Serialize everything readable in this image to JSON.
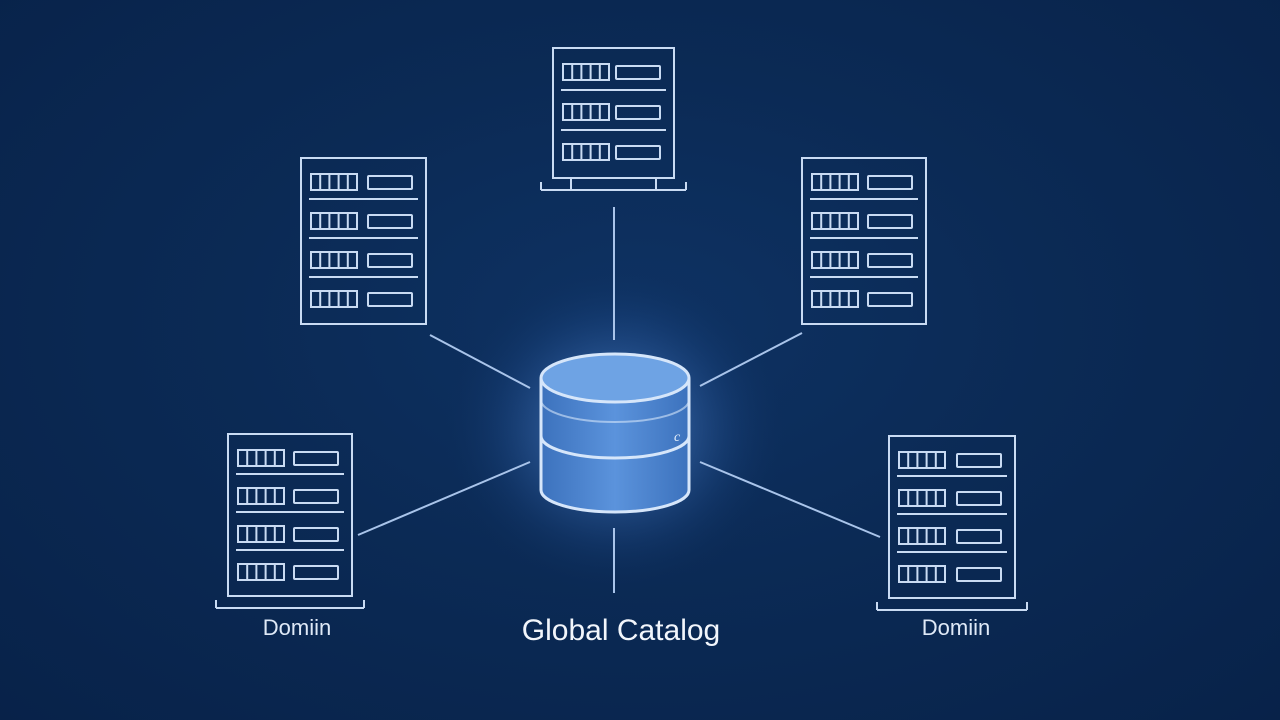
{
  "diagram": {
    "hub": {
      "label": "Global Catalog",
      "icon": "database-icon"
    },
    "servers": [
      {
        "id": "top",
        "label": ""
      },
      {
        "id": "upper-left",
        "label": ""
      },
      {
        "id": "upper-right",
        "label": ""
      },
      {
        "id": "lower-left",
        "label": "Domiin"
      },
      {
        "id": "lower-right",
        "label": "Domiin"
      }
    ]
  },
  "colors": {
    "background": "#0b2a55",
    "line": "#a9c4ea",
    "server_stroke": "#c9dbf3",
    "cylinder_fill": "#4f86cf",
    "glow": "#5e9ae6"
  }
}
